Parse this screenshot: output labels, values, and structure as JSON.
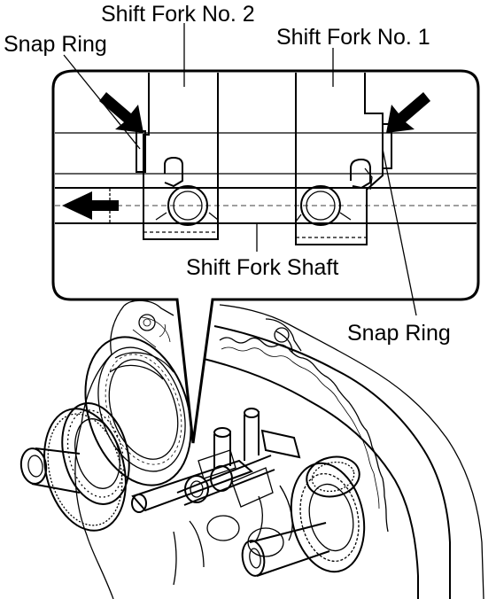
{
  "labels": {
    "shift_fork_no2": "Shift Fork No. 2",
    "shift_fork_no1": "Shift Fork No. 1",
    "snap_ring_left": "Snap Ring",
    "snap_ring_right": "Snap Ring",
    "shift_fork_shaft": "Shift Fork Shaft"
  },
  "icons": {
    "push_arrow": "arrow-icon",
    "slide_direction": "arrow-left-icon"
  },
  "colors": {
    "ink": "#000000",
    "background": "#ffffff"
  }
}
